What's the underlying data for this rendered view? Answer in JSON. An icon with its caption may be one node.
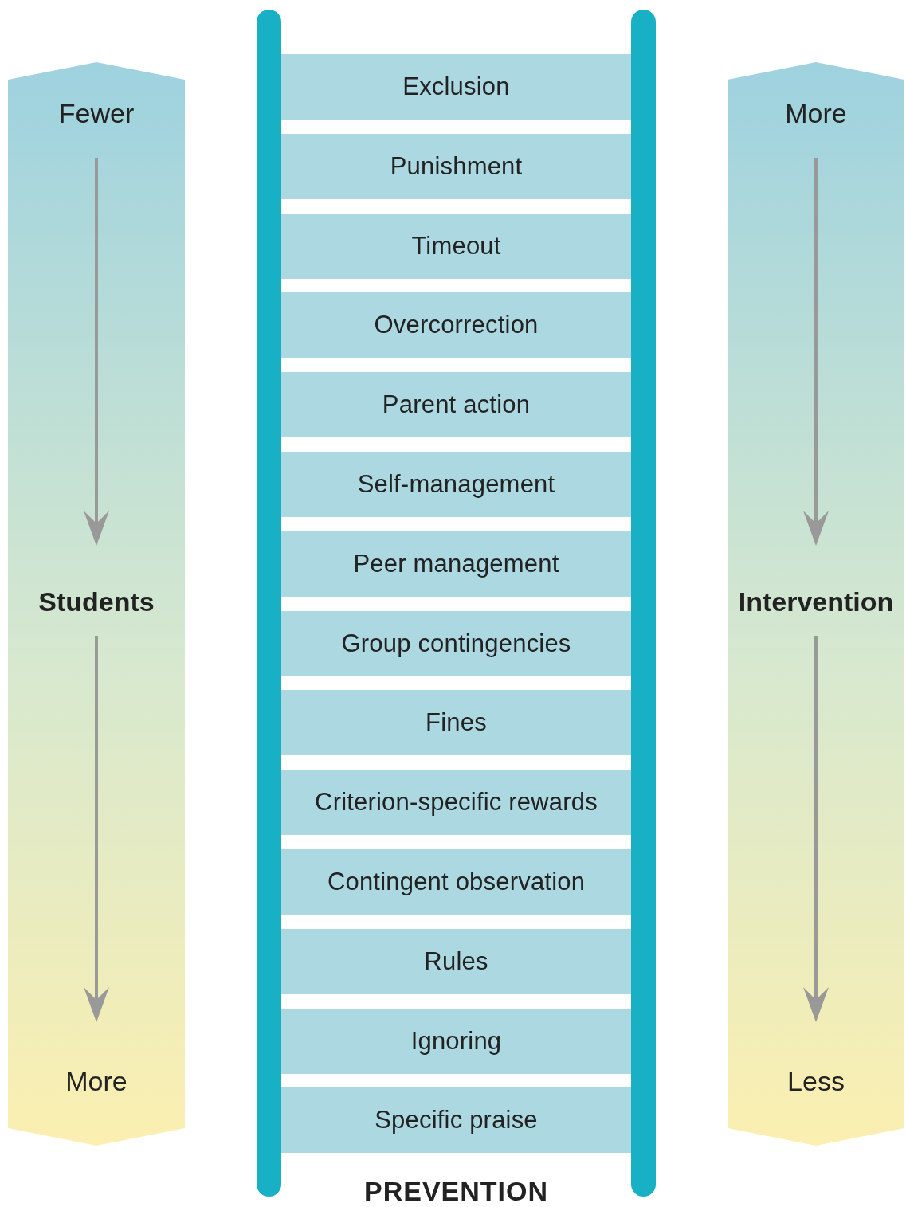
{
  "diagram": {
    "nodes": [
      {
        "text": [
          "Fewer",
          "Students",
          "More"
        ]
      },
      {
        "text": [],
        "shape": "bar"
      },
      {
        "text": [
          "Exclusion"
        ]
      },
      {
        "text": [
          "Punishment"
        ]
      },
      {
        "text": [
          "Timeout"
        ]
      },
      {
        "text": [
          "Overcorrection"
        ]
      },
      {
        "text": [
          "Parent action"
        ]
      },
      {
        "text": [
          "Self-management"
        ]
      },
      {
        "text": [
          "Peer management"
        ]
      },
      {
        "text": [
          "Group contingencies"
        ]
      },
      {
        "text": [
          "Fines"
        ]
      },
      {
        "text": [
          "Criterion-specific rewards"
        ]
      },
      {
        "text": [
          "Contingent observation"
        ]
      },
      {
        "text": [
          "Rules"
        ]
      },
      {
        "text": [
          "Ignoring"
        ]
      },
      {
        "text": [
          "Specific praise"
        ]
      },
      {
        "text": [],
        "shape": "bar"
      },
      {
        "text": [
          "More",
          "Intervention",
          "Less"
        ]
      }
    ],
    "labels": [
      "PREVENTION"
    ]
  }
}
